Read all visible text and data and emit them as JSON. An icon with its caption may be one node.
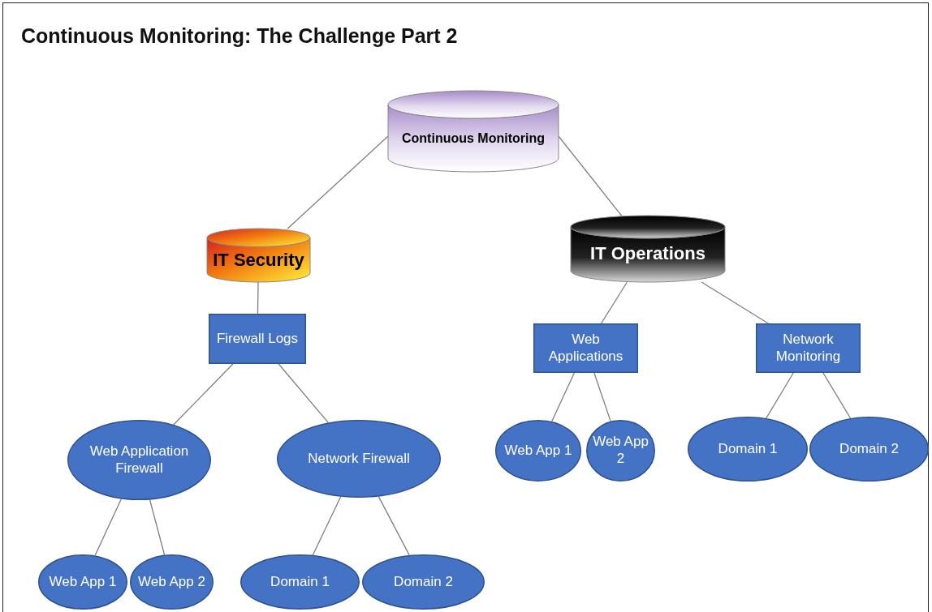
{
  "diagram": {
    "title": "Continuous Monitoring: The Challenge Part 2",
    "nodes": [
      {
        "text": [
          "Continuous Monitoring"
        ]
      },
      {
        "text": [
          "IT Security"
        ]
      },
      {
        "text": [
          "IT Operations"
        ]
      },
      {
        "text": [
          "Firewall Logs"
        ]
      },
      {
        "text": [
          "Web Application Firewall"
        ]
      },
      {
        "text": [
          "Network Firewall"
        ]
      },
      {
        "text": [
          "Web App 1"
        ]
      },
      {
        "text": [
          "Web App 2"
        ]
      },
      {
        "text": [
          "Domain 1"
        ]
      },
      {
        "text": [
          "Domain 2"
        ]
      },
      {
        "text": [
          "Web Applications"
        ]
      },
      {
        "text": [
          "Network Monitoring"
        ]
      },
      {
        "text": [
          "Web App 1"
        ]
      },
      {
        "text": [
          "Web App 2"
        ]
      },
      {
        "text": [
          "Domain 1"
        ]
      },
      {
        "text": [
          "Domain 2"
        ]
      }
    ],
    "edges": [
      {
        "from": 0,
        "to": 1,
        "arrow": "none"
      },
      {
        "from": 0,
        "to": 2,
        "arrow": "none"
      },
      {
        "from": 1,
        "to": 3,
        "arrow": "none"
      },
      {
        "from": 3,
        "to": 4,
        "arrow": "none"
      },
      {
        "from": 3,
        "to": 5,
        "arrow": "none"
      },
      {
        "from": 4,
        "to": 6,
        "arrow": "none"
      },
      {
        "from": 4,
        "to": 7,
        "arrow": "none"
      },
      {
        "from": 5,
        "to": 8,
        "arrow": "none"
      },
      {
        "from": 5,
        "to": 9,
        "arrow": "none"
      },
      {
        "from": 2,
        "to": 10,
        "arrow": "none"
      },
      {
        "from": 2,
        "to": 11,
        "arrow": "none"
      },
      {
        "from": 10,
        "to": 12,
        "arrow": "none"
      },
      {
        "from": 10,
        "to": 13,
        "arrow": "none"
      },
      {
        "from": 11,
        "to": 14,
        "arrow": "none"
      },
      {
        "from": 11,
        "to": 15,
        "arrow": "none"
      }
    ]
  }
}
